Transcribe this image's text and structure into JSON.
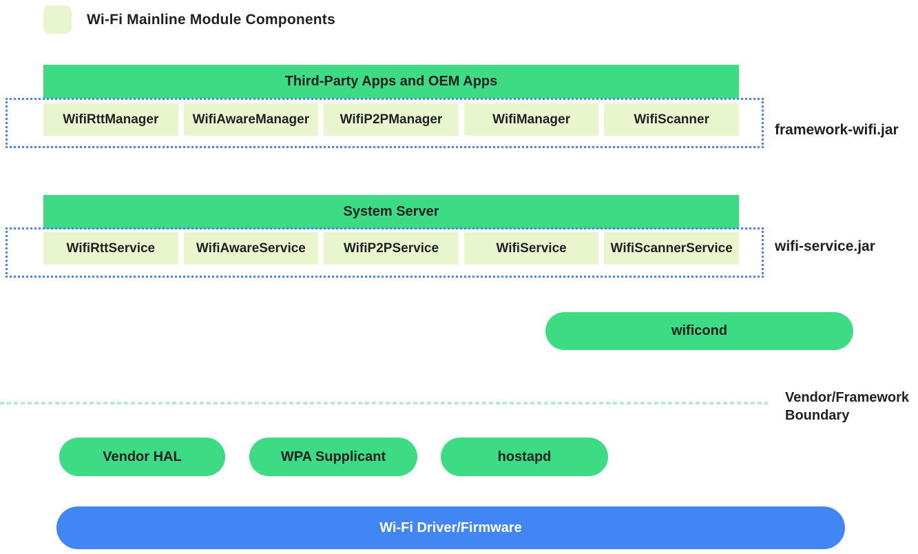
{
  "title": "Wi-Fi Mainline Module Components",
  "colors": {
    "android_green": "#3ddc84",
    "module_light_green": "#e9f5cd",
    "jar_dotted_border_blue": "#4a80f5",
    "driver_blue": "#4285f4",
    "boundary_dash_green": "#b7ecd2",
    "text": "#202124"
  },
  "legend": {
    "swatch": "wifi-mainline-module-swatch",
    "label": "Wi-Fi Mainline Module Components"
  },
  "framework_layer": {
    "header": "Third-Party Apps and OEM Apps",
    "boxes": [
      "WifiRttManager",
      "WifiAwareManager",
      "WifiP2PManager",
      "WifiManager",
      "WifiScanner"
    ],
    "jar_label": "framework-wifi.jar"
  },
  "service_layer": {
    "header": "System Server",
    "boxes": [
      "WifiRttService",
      "WifiAwareService",
      "WifiP2PService",
      "WifiService",
      "WifiScannerService"
    ],
    "jar_label": "wifi-service.jar"
  },
  "wificond": {
    "label": "wificond"
  },
  "boundary": {
    "label": "Vendor/Framework Boundary"
  },
  "vendor_layer": {
    "pills": [
      "Vendor HAL",
      "WPA Supplicant",
      "hostapd"
    ]
  },
  "driver_bar": {
    "label": "Wi-Fi Driver/Firmware"
  }
}
